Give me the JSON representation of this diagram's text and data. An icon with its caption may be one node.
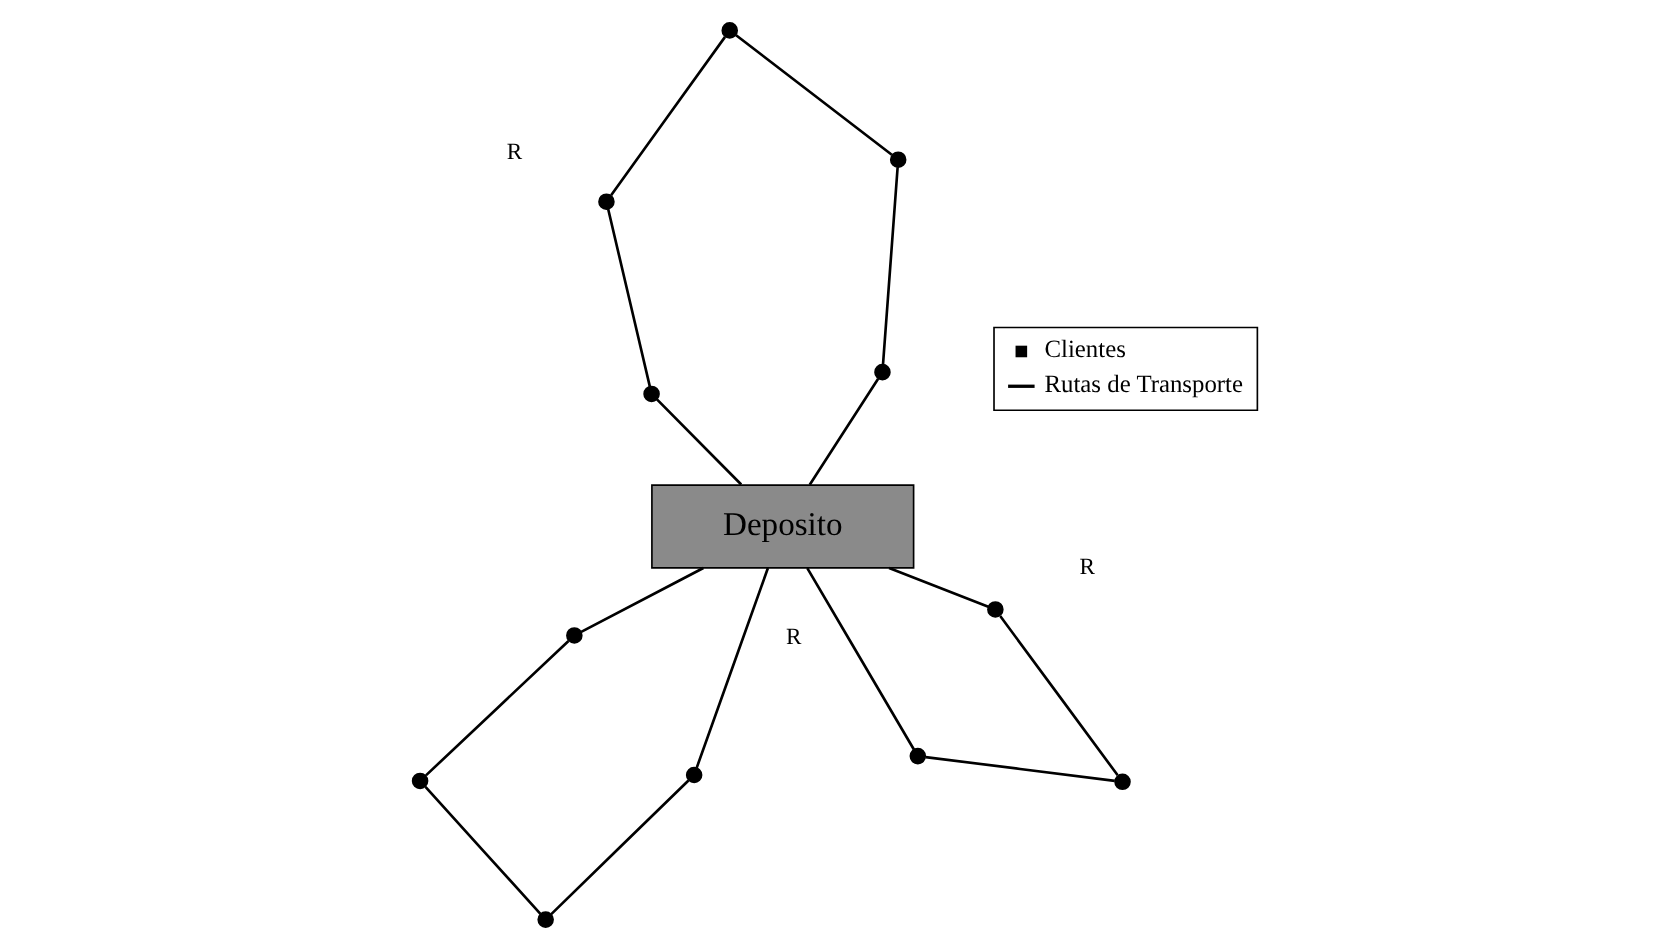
{
  "diagram": {
    "nodes": [
      {
        "text": [
          "Deposito"
        ]
      },
      {
        "text": [],
        "shape": "circle"
      },
      {
        "text": [],
        "shape": "circle"
      },
      {
        "text": [],
        "shape": "circle"
      },
      {
        "text": [],
        "shape": "circle"
      },
      {
        "text": [],
        "shape": "circle"
      },
      {
        "text": [],
        "shape": "circle"
      },
      {
        "text": [],
        "shape": "circle"
      },
      {
        "text": [],
        "shape": "circle"
      },
      {
        "text": [],
        "shape": "circle"
      },
      {
        "text": [],
        "shape": "circle"
      },
      {
        "text": [],
        "shape": "circle"
      },
      {
        "text": [],
        "shape": "circle"
      }
    ],
    "edges": [
      {
        "from": 0,
        "to": 3,
        "arrow": "none"
      },
      {
        "from": 3,
        "to": 1,
        "arrow": "none"
      },
      {
        "from": 1,
        "to": 2,
        "arrow": "none"
      },
      {
        "from": 2,
        "to": 0,
        "arrow": "none"
      },
      {
        "from": 0,
        "to": 8,
        "arrow": "none"
      },
      {
        "from": 8,
        "to": 10,
        "arrow": "none"
      },
      {
        "from": 10,
        "to": 12,
        "arrow": "none"
      },
      {
        "from": 12,
        "to": 11,
        "arrow": "none"
      },
      {
        "from": 11,
        "to": 9,
        "arrow": "none"
      },
      {
        "from": 9,
        "to": 0,
        "arrow": "none"
      },
      {
        "from": 0,
        "to": 4,
        "arrow": "none"
      },
      {
        "from": 4,
        "to": 5,
        "arrow": "none"
      },
      {
        "from": 5,
        "to": 6,
        "arrow": "none"
      },
      {
        "from": 6,
        "to": 7,
        "arrow": "none"
      },
      {
        "from": 7,
        "to": 0,
        "arrow": "none"
      }
    ],
    "labels": [
      "R",
      "R",
      "R"
    ],
    "legend": [
      {
        "text": "Clientes"
      },
      {
        "text": "Rutas de Transporte"
      }
    ]
  }
}
